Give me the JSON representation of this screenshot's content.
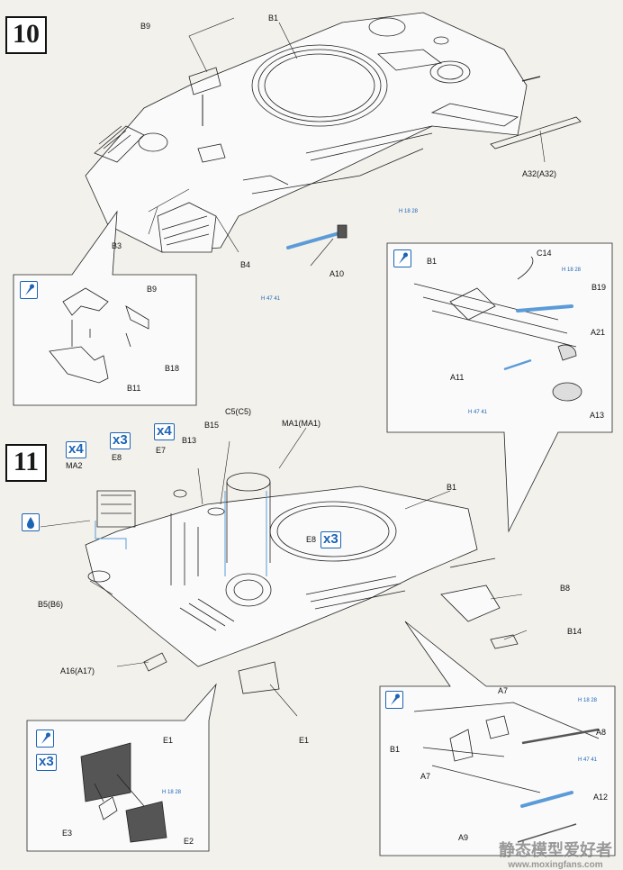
{
  "steps": [
    {
      "number": "10"
    },
    {
      "number": "11"
    }
  ],
  "labels": {
    "b1_top": "B1",
    "b9_top": "B9",
    "b3": "B3",
    "b4": "B4",
    "a10": "A10",
    "a32": "A32(A32)",
    "detail1_b9": "B9",
    "detail1_b18": "B18",
    "detail1_b11": "B11",
    "detail2_c14": "C14",
    "detail2_b1": "B1",
    "detail2_b19": "B19",
    "detail2_a21": "A21",
    "detail2_a11": "A11",
    "detail2_a13": "A13",
    "ma2": "MA2",
    "e8_left": "E8",
    "e7": "E7",
    "b13": "B13",
    "b15": "B15",
    "c5": "C5(C5)",
    "ma1": "MA1(MA1)",
    "b1_mid": "B1",
    "e8_right": "E8",
    "b5": "B5(B6)",
    "b8": "B8",
    "b14": "B14",
    "a16": "A16(A17)",
    "e1_mid": "E1",
    "detail3_e1": "E1",
    "detail3_e3": "E3",
    "detail3_e2": "E2",
    "detail4_a7_top": "A7",
    "detail4_a8": "A8",
    "detail4_b1": "B1",
    "detail4_a12": "A12",
    "detail4_a7_bottom": "A7",
    "detail4_a9": "A9"
  },
  "quantities": {
    "ma2_qty": "x4",
    "e8_left_qty": "x3",
    "e7_qty": "x4",
    "e8_right_qty": "x3",
    "detail3_qty": "x3"
  },
  "paint_codes": {
    "a10_top": "H 18 28",
    "a10_bottom": "H 47 41",
    "b19": "H 18 28",
    "a11": "H 47 41",
    "a8": "H 18 28",
    "a12": "H 47 41",
    "detail3": "H 18 28"
  },
  "watermark": {
    "title": "静态模型爱好者",
    "url": "www.moxingfans.com"
  },
  "colors": {
    "line": "#222222",
    "accent_blue": "#1c64b5",
    "part_blue": "#5b9bd8",
    "paper": "#f3f1ec"
  }
}
